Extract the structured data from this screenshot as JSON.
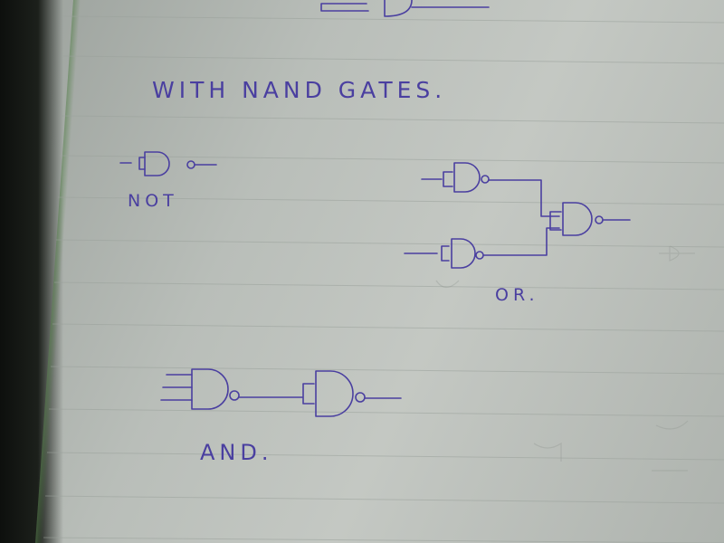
{
  "heading": "WITH NAND GATES.",
  "labels": {
    "not": "NOT",
    "or": "OR.",
    "and": "AND."
  },
  "colors": {
    "ink": "#4a3fa0",
    "paper": "#c4c8c3",
    "rule": "#9ba29c"
  }
}
